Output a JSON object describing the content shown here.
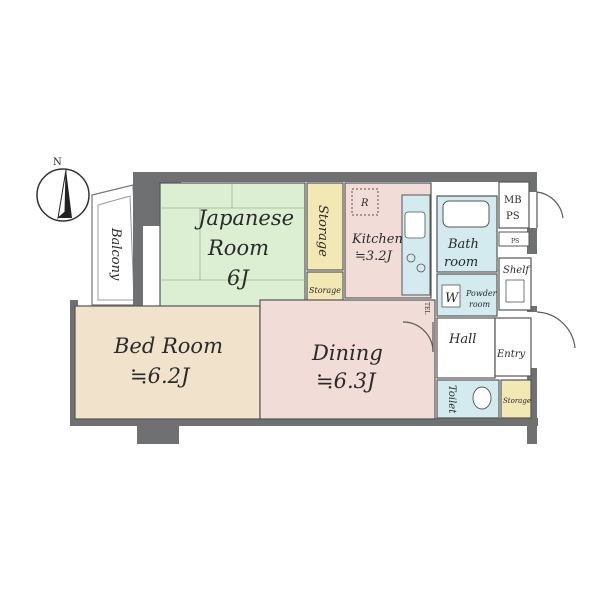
{
  "compass": {
    "north_label": "N"
  },
  "rooms": {
    "japanese": {
      "line1": "Japanese",
      "line2": "Room",
      "size": "6J"
    },
    "bedroom": {
      "line1": "Bed Room",
      "size": "≒6.2J"
    },
    "dining": {
      "line1": "Dining",
      "size": "≒6.3J"
    },
    "kitchen": {
      "line1": "Kitchen",
      "size": "≒3.2J",
      "fridge_mark": "R"
    },
    "bath": {
      "line1": "Bath",
      "line2": "room"
    },
    "powder": {
      "line1": "Powder",
      "line2": "room",
      "washer_mark": "W"
    },
    "hall": {
      "label": "Hall"
    },
    "entry": {
      "label": "Entry"
    },
    "toilet": {
      "label": "Toilet"
    },
    "balcony": {
      "label": "Balcony"
    },
    "storage_vertical": {
      "label": "Storage"
    },
    "storage_small": {
      "label": "Storage"
    },
    "storage_toilet": {
      "label": "Storage"
    },
    "shelf": {
      "label": "Shelf"
    },
    "mbps": {
      "line1": "MB",
      "line2": "PS"
    },
    "ps_small": {
      "label": "PS"
    },
    "tel": {
      "label": "TEL"
    }
  },
  "colors": {
    "japanese_room": "#dcefd3",
    "bed_room": "#f1e2cc",
    "dining": "#f2dcd8",
    "storage": "#f1e8b4",
    "wet_area": "#d3eaef",
    "wall": "#6f7072"
  }
}
